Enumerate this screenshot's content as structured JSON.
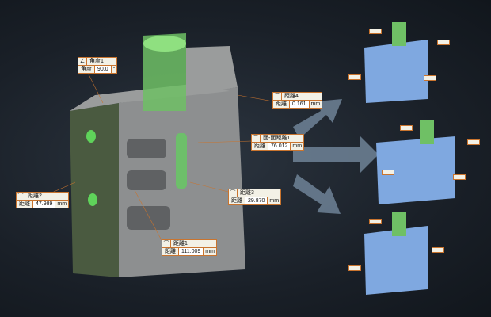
{
  "measurements": [
    {
      "name": "角度1",
      "label": "角度",
      "value": "90.0",
      "unit": "°",
      "icon": "angle-icon"
    },
    {
      "name": "距離4",
      "label": "距離",
      "value": "0.161",
      "unit": "mm",
      "icon": "distance-icon"
    },
    {
      "name": "面-面距離1",
      "label": "距離",
      "value": "76.012",
      "unit": "mm",
      "icon": "distance-icon"
    },
    {
      "name": "距離2",
      "label": "距離",
      "value": "47.989",
      "unit": "mm",
      "icon": "distance-icon"
    },
    {
      "name": "距離3",
      "label": "距離",
      "value": "29.870",
      "unit": "mm",
      "icon": "distance-icon"
    },
    {
      "name": "距離1",
      "label": "距離",
      "value": "111.009",
      "unit": "mm",
      "icon": "distance-icon"
    }
  ],
  "colors": {
    "accent": "#c9742e",
    "highlight": "#5fd35a",
    "part": "#8a8c8e",
    "thumb": "#7fa8e0"
  }
}
